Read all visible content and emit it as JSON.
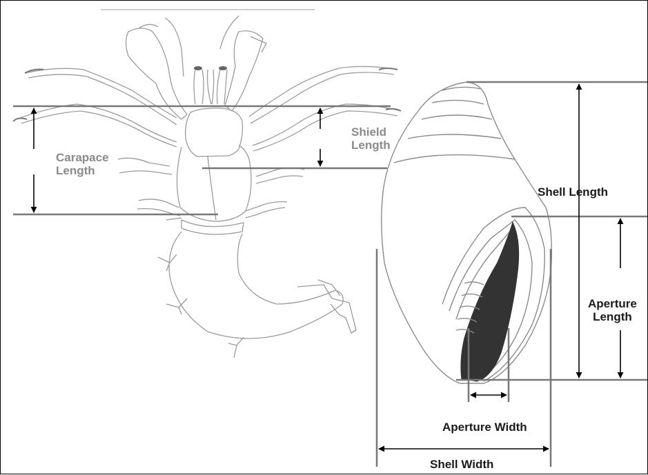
{
  "labels": {
    "carapace_length": [
      "Carapace",
      "Length"
    ],
    "shield_length": [
      "Shield",
      "Length"
    ],
    "shell_length": "Shell Length",
    "aperture_length": [
      "Aperture",
      "Length"
    ],
    "aperture_width": "Aperture Width",
    "shell_width": "Shell Width"
  },
  "colors": {
    "measure_line": "#777777",
    "outline": "#9a9a9a",
    "aperture_fill": "#333333",
    "text_gray": "#8a8a8a",
    "text_dark": "#1a1a1a"
  }
}
